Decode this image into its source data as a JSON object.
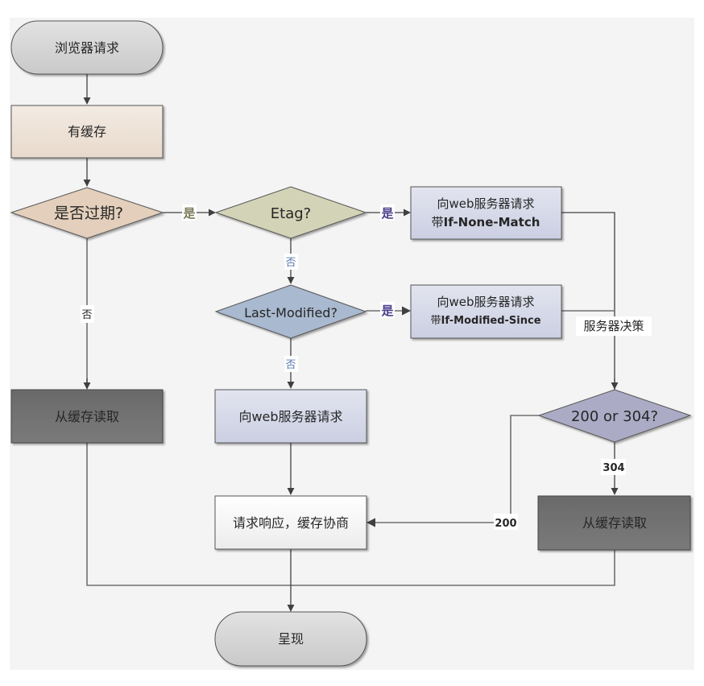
{
  "diagram": {
    "title": "HTTP cache flow",
    "nodes": {
      "start": {
        "label": "浏览器请求",
        "shape": "terminator",
        "fill": "#d4d4d4"
      },
      "has_cache": {
        "label": "有缓存",
        "shape": "process",
        "fill": "#ede0d4"
      },
      "expired": {
        "label": "是否过期?",
        "shape": "decision",
        "fill": "#e3cfbb"
      },
      "etag": {
        "label": "Etag?",
        "shape": "decision",
        "fill": "#d3d3b7"
      },
      "req_inm": {
        "line1": "向web服务器请求",
        "line2_prefix": "带",
        "line2_bold": "If-None-Match",
        "shape": "process",
        "fill": "#d6d9e8"
      },
      "last_modified": {
        "label": "Last-Modified?",
        "shape": "decision",
        "fill": "#a9b9cf"
      },
      "req_ims": {
        "line1": "向web服务器请求",
        "line2_prefix": "带",
        "line2_bold": "If-Modified-Since",
        "shape": "process",
        "fill": "#d6d9e8"
      },
      "read_cache_1": {
        "label": "从缓存读取",
        "shape": "process",
        "fill": "#737373"
      },
      "req_plain": {
        "label": "向web服务器请求",
        "shape": "process",
        "fill": "#d6d9e8"
      },
      "status_check": {
        "label": "200 or 304?",
        "shape": "decision",
        "fill": "#ababc6"
      },
      "response": {
        "label": "请求响应，缓存协商",
        "shape": "process",
        "fill": "#fafafa"
      },
      "read_cache_2": {
        "label": "从缓存读取",
        "shape": "process",
        "fill": "#737373"
      },
      "render": {
        "label": "呈现",
        "shape": "terminator",
        "fill": "#d4d4d4"
      }
    },
    "edge_labels": {
      "expired_yes": {
        "text": "是",
        "color": "#7a7a5a"
      },
      "expired_no": {
        "text": "否",
        "color": "#262626"
      },
      "etag_yes": {
        "text": "是",
        "color": "#4a3f8c"
      },
      "etag_no": {
        "text": "否",
        "color": "#5a7ab0"
      },
      "lm_yes": {
        "text": "是",
        "color": "#4a3f8c"
      },
      "lm_no": {
        "text": "否",
        "color": "#5a7ab0"
      },
      "server_decision": {
        "text": "服务器决策",
        "color": "#262626"
      },
      "code_304": {
        "text": "304",
        "color": "#262626"
      },
      "code_200": {
        "text": "200",
        "color": "#262626"
      }
    }
  }
}
